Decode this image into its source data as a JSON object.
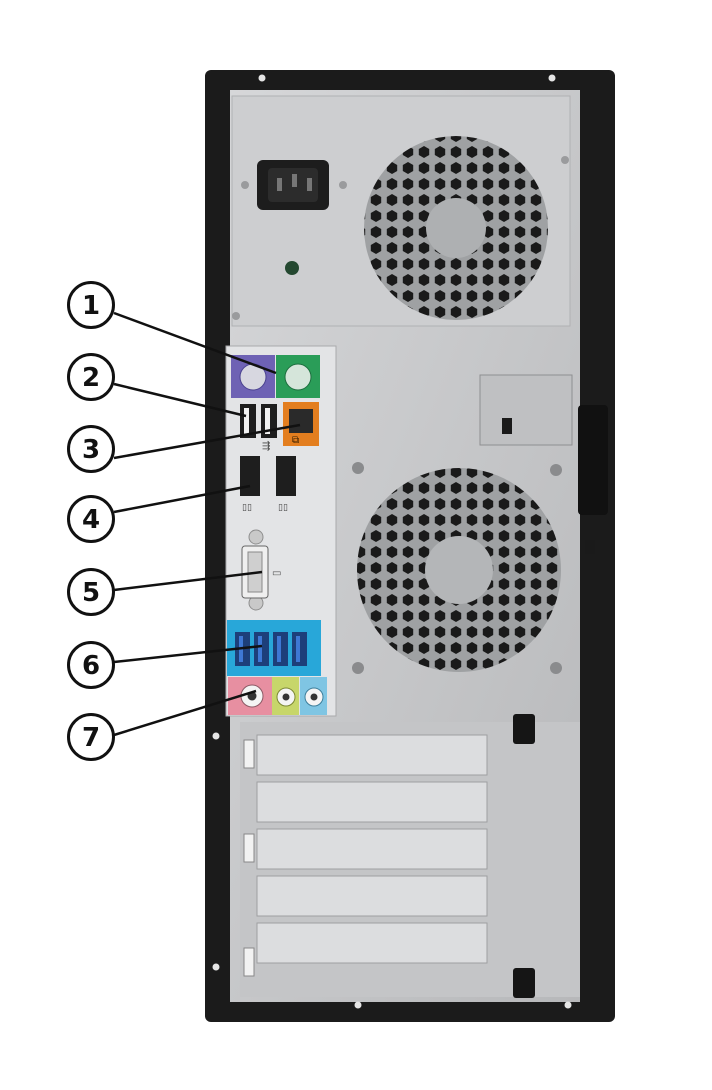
{
  "diagram": {
    "callouts": [
      {
        "number": "1",
        "part": "ps2-ports"
      },
      {
        "number": "2",
        "part": "usb-2-ports"
      },
      {
        "number": "3",
        "part": "rj45-network-port"
      },
      {
        "number": "4",
        "part": "displayport-ports"
      },
      {
        "number": "5",
        "part": "dvi-port"
      },
      {
        "number": "6",
        "part": "usb-3-ports"
      },
      {
        "number": "7",
        "part": "audio-jacks"
      }
    ]
  },
  "colors": {
    "chassis": "#1b1b1b",
    "panel": "#c9cacc",
    "ps2_keyboard": "#6e62b4",
    "ps2_mouse": "#2a9d58",
    "network_port": "#e37e1f",
    "usb3_panel": "#28a7d9",
    "audio_mic": "#e78fa1",
    "audio_line_out": "#c7d66a",
    "audio_line_in": "#7fc5e3"
  }
}
